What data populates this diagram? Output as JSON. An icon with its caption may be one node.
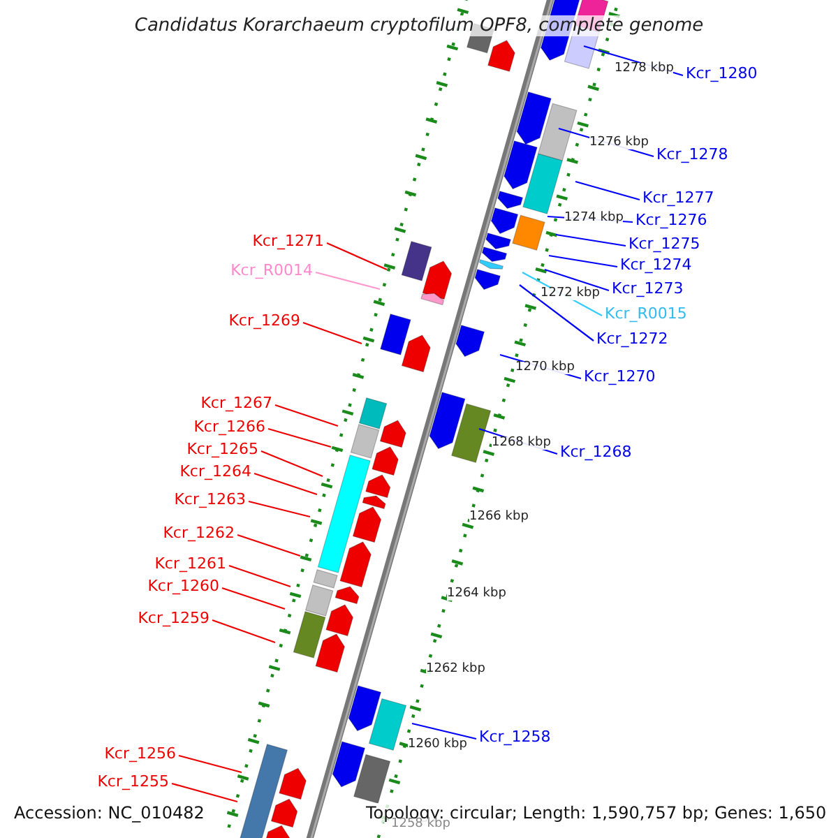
{
  "diagram": {
    "title": "Candidatus Korarchaeum cryptofilum OPF8, complete genome",
    "nodes": [
      {
        "text": [
          "Kcr_1280"
        ]
      },
      {
        "text": [
          "Kcr_1278"
        ]
      },
      {
        "text": [
          "Kcr_1277"
        ]
      },
      {
        "text": [
          "Kcr_1276"
        ]
      },
      {
        "text": [
          "Kcr_1271"
        ]
      },
      {
        "text": [
          "Kcr_1275"
        ]
      },
      {
        "text": [
          "Kcr_1274"
        ]
      },
      {
        "text": [
          "Kcr_R0014"
        ]
      },
      {
        "text": [
          "Kcr_1273"
        ]
      },
      {
        "text": [
          "Kcr_R0015"
        ]
      },
      {
        "text": [
          "Kcr_1269"
        ]
      },
      {
        "text": [
          "Kcr_1272"
        ]
      },
      {
        "text": [
          "Kcr_1270"
        ]
      },
      {
        "text": [
          "Kcr_1267"
        ]
      },
      {
        "text": [
          "Kcr_1266"
        ]
      },
      {
        "text": [
          "Kcr_1265"
        ]
      },
      {
        "text": [
          "Kcr_1268"
        ]
      },
      {
        "text": [
          "Kcr_1264"
        ]
      },
      {
        "text": [
          "Kcr_1263"
        ]
      },
      {
        "text": [
          "Kcr_1262"
        ]
      },
      {
        "text": [
          "Kcr_1261"
        ]
      },
      {
        "text": [
          "Kcr_1260"
        ]
      },
      {
        "text": [
          "Kcr_1259"
        ]
      },
      {
        "text": [
          "Kcr_1258"
        ]
      },
      {
        "text": [
          "Kcr_1256"
        ]
      },
      {
        "text": [
          "Kcr_1255"
        ]
      }
    ],
    "edges": [
      {
        "from": 0,
        "to": null,
        "arrow": "none",
        "color": "#0000ff"
      },
      {
        "from": 1,
        "to": null,
        "arrow": "none",
        "color": "#0000ff"
      },
      {
        "from": 2,
        "to": null,
        "arrow": "none",
        "color": "#0000ff"
      },
      {
        "from": 3,
        "to": null,
        "arrow": "none",
        "color": "#0000ff"
      },
      {
        "from": 4,
        "to": null,
        "arrow": "none"
      },
      {
        "from": 5,
        "to": null,
        "arrow": "none",
        "color": "#0000ff"
      },
      {
        "from": 6,
        "to": null,
        "arrow": "none",
        "color": "#0000ff"
      },
      {
        "from": 7,
        "to": null,
        "arrow": "none",
        "color": "#ff99cc"
      },
      {
        "from": 8,
        "to": null,
        "arrow": "none",
        "color": "#0000ff"
      },
      {
        "from": 9,
        "to": null,
        "arrow": "none",
        "color": "#33ccff"
      },
      {
        "from": 10,
        "to": null,
        "arrow": "none"
      },
      {
        "from": 11,
        "to": null,
        "arrow": "none",
        "color": "#0000ff"
      },
      {
        "from": 12,
        "to": null,
        "arrow": "none",
        "color": "#0000ff"
      },
      {
        "from": 13,
        "to": null,
        "arrow": "none"
      },
      {
        "from": 14,
        "to": null,
        "arrow": "none"
      },
      {
        "from": 15,
        "to": null,
        "arrow": "none"
      },
      {
        "from": 16,
        "to": null,
        "arrow": "none",
        "color": "#0000ff"
      },
      {
        "from": 17,
        "to": null,
        "arrow": "none"
      },
      {
        "from": 18,
        "to": null,
        "arrow": "none"
      },
      {
        "from": 19,
        "to": null,
        "arrow": "none"
      },
      {
        "from": 20,
        "to": null,
        "arrow": "none"
      },
      {
        "from": 21,
        "to": null,
        "arrow": "none"
      },
      {
        "from": 22,
        "to": null,
        "arrow": "none"
      },
      {
        "from": 23,
        "to": null,
        "arrow": "none",
        "color": "#0000ff"
      },
      {
        "from": 24,
        "to": null,
        "arrow": "none"
      },
      {
        "from": 25,
        "to": null,
        "arrow": "none"
      }
    ],
    "labels": [
      "1278 kbp",
      "1276 kbp",
      "1274 kbp",
      "1272 kbp",
      "1270 kbp",
      "1268 kbp",
      "1266 kbp",
      "1264 kbp",
      "1262 kbp",
      "1260 kbp",
      "1258 kbp",
      "Accession: NC_010482",
      "Topology: circular; Length: 1,590,757 bp; Genes: 1,650"
    ]
  }
}
